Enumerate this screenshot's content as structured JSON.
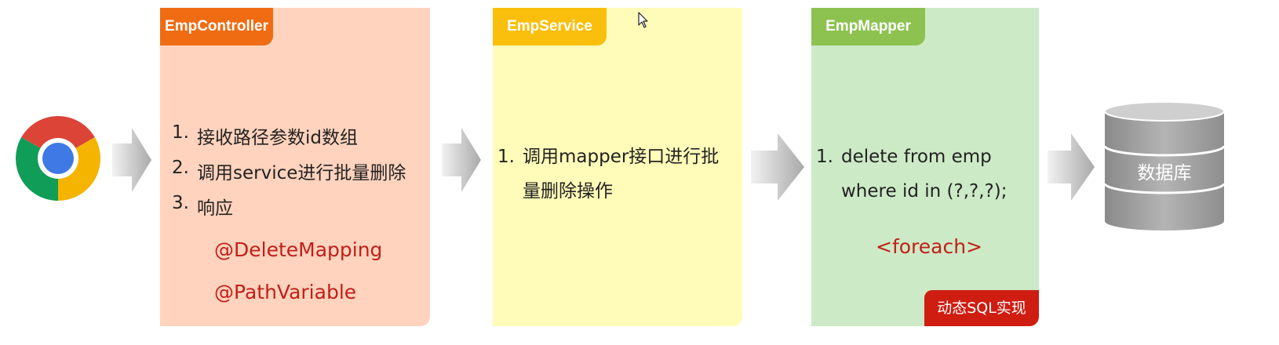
{
  "colors": {
    "controller_bg": "#ffd3bd",
    "controller_tab": "#ef6c12",
    "service_bg": "#fffbb8",
    "service_tab": "#fabf0c",
    "mapper_bg": "#cdeac6",
    "mapper_tab": "#8dc250",
    "annotation_red": "#c0201a",
    "badge_red": "#cf1d12"
  },
  "browser": {
    "icon": "chrome-icon"
  },
  "controller": {
    "tab": "EmpController",
    "steps": [
      {
        "num": "1.",
        "text": "接收路径参数id数组"
      },
      {
        "num": "2.",
        "text": "调用service进行批量删除"
      },
      {
        "num": "3.",
        "text": "响应"
      }
    ],
    "annotations": [
      "@DeleteMapping",
      "@PathVariable"
    ]
  },
  "service": {
    "tab": "EmpService",
    "steps": [
      {
        "num": "1.",
        "line1": "调用mapper接口进行批",
        "line2": "量删除操作"
      }
    ]
  },
  "mapper": {
    "tab": "EmpMapper",
    "steps": [
      {
        "num": "1.",
        "line1": "delete from emp",
        "line2": "where id in (?,?,?);"
      }
    ],
    "annotation": "<foreach>",
    "badge": "动态SQL实现"
  },
  "database": {
    "label": "数据库",
    "icon": "database-icon"
  }
}
